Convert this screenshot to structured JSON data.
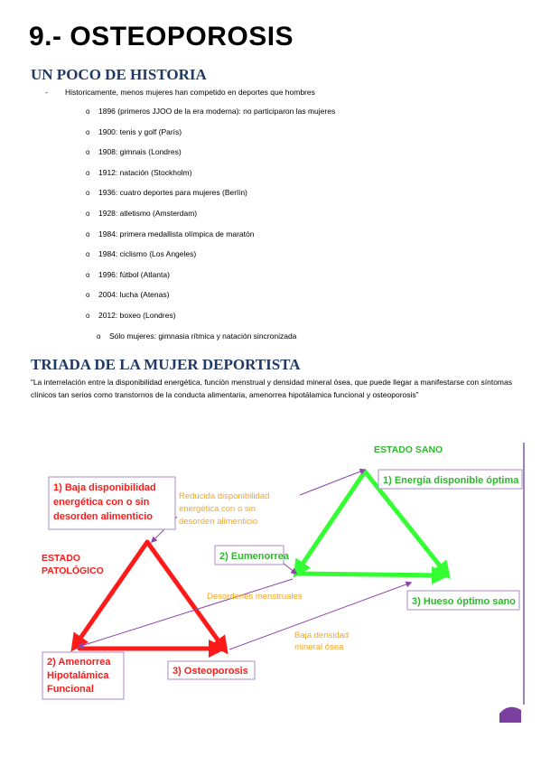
{
  "title": "9.- OSTEOPOROSIS",
  "historia": {
    "heading": "UN POCO DE HISTORIA",
    "bullet_mark": "-",
    "intro": "Historicamente, menos mujeres han competido en deportes que hombres",
    "item_bullet": "o",
    "items": [
      "1896 (primeros JJOO de la era moderna): no participaron las mujeres",
      "1900: tenis y golf (París)",
      "1908: gimnais (Londres)",
      "1912: natación (Stockholm)",
      "1936: cuatro deportes para mujeres (Berlín)",
      "1928: atletismo (Amsterdam)",
      "1984: primera medallista olímpica de maratón",
      "1984: ciclismo (Los Angeles)",
      "1996: fútbol (Atlanta)",
      "2004: lucha (Atenas)",
      "2012: boxeo (Londres)",
      "Sólo mujeres: gimnasia rítmica y natación sincronizada"
    ]
  },
  "triada": {
    "heading": "TRIADA DE LA MUJER DEPORTISTA",
    "quote": "“La interrelación entre la disponibilidad energética, función menstrual y densidad mineral ósea, que puede llegar a manifestarse con síntomas clínicos tan serios como transtornos de la conducta alimentaria, amenorrea hipotálamica funcional y osteoporosis”"
  },
  "diagram": {
    "estado_sano": "ESTADO SANO",
    "estado_patologico": [
      "ESTADO",
      "PATOLÓGICO"
    ],
    "sano_1": "1) Energía disponible óptima",
    "sano_2": "2) Eumenorrea",
    "sano_3": "3) Hueso óptimo sano",
    "pat_1": [
      "1) Baja disponibilidad",
      "energética con o sin",
      "desorden alimenticio"
    ],
    "pat_2": [
      "2) Amenorrea",
      "Hipotalámica",
      "Funcional"
    ],
    "pat_3": "3) Osteoporosis",
    "label_energia": [
      "Reducida disponibilidad",
      "energética con o sin",
      "desorden alimenticio"
    ],
    "label_menstrual": "Desordenes menstruales",
    "label_osea": [
      "Baja densidad",
      "mineral ósea"
    ],
    "colors": {
      "red": "#ff1a1a",
      "green": "#33ff33",
      "purple": "#8e44ad",
      "orange": "#f5a623",
      "sano_text": "#2eb82e",
      "border": "#a78bc9"
    }
  }
}
